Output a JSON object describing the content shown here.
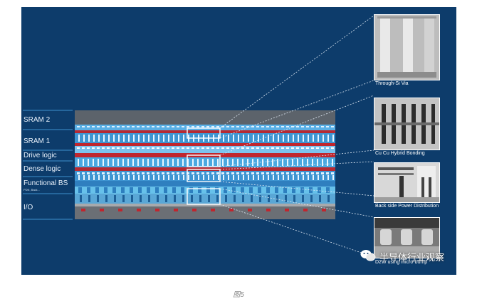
{
  "layers": [
    {
      "label": "SRAM 2",
      "sub": ""
    },
    {
      "label": "SRAM 1",
      "sub": ""
    },
    {
      "label": "Drive logic",
      "sub": ""
    },
    {
      "label": "Dense logic",
      "sub": ""
    },
    {
      "label": "Functional BS",
      "sub": "PDN, Back..."
    },
    {
      "label": "I/O",
      "sub": ""
    }
  ],
  "callouts": [
    {
      "label": "Through-Si Via",
      "icon": "tsv-micrograph"
    },
    {
      "label": "Cu Cu Hybrid Bonding",
      "icon": "hybrid-bonding-micrograph"
    },
    {
      "label": "Back side Power Distribution",
      "icon": "backside-power-micrograph"
    },
    {
      "label": "D2W using micro-bump",
      "icon": "micro-bump-micrograph"
    }
  ],
  "colors": {
    "panel": "#0d3c6b",
    "layer_blue": "#4aa8e0",
    "layer_red": "#c0262e",
    "layer_gray": "#6b6f75"
  },
  "watermark": {
    "text": "半导体行业观察",
    "icon": "wechat-icon"
  },
  "caption": "图5"
}
